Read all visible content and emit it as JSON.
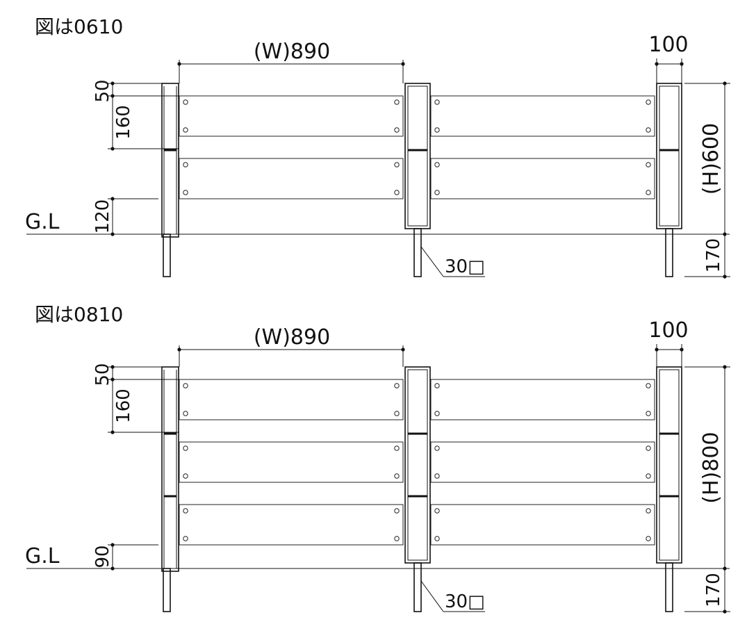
{
  "figures": [
    {
      "id": "fig-0610",
      "title": "図は0610",
      "width_label": "(W)890",
      "post_width_label": "100",
      "height_label": "(H)600",
      "top_gap_label": "50",
      "board_label": "160",
      "bottom_gap_label": "120",
      "ground_label": "G.L",
      "embed_label": "170",
      "post_size_label": "30□",
      "board_rows": 2
    },
    {
      "id": "fig-0810",
      "title": "図は0810",
      "width_label": "(W)890",
      "post_width_label": "100",
      "height_label": "(H)800",
      "top_gap_label": "50",
      "board_label": "160",
      "bottom_gap_label": "90",
      "ground_label": "G.L",
      "embed_label": "170",
      "post_size_label": "30□",
      "board_rows": 3
    }
  ]
}
